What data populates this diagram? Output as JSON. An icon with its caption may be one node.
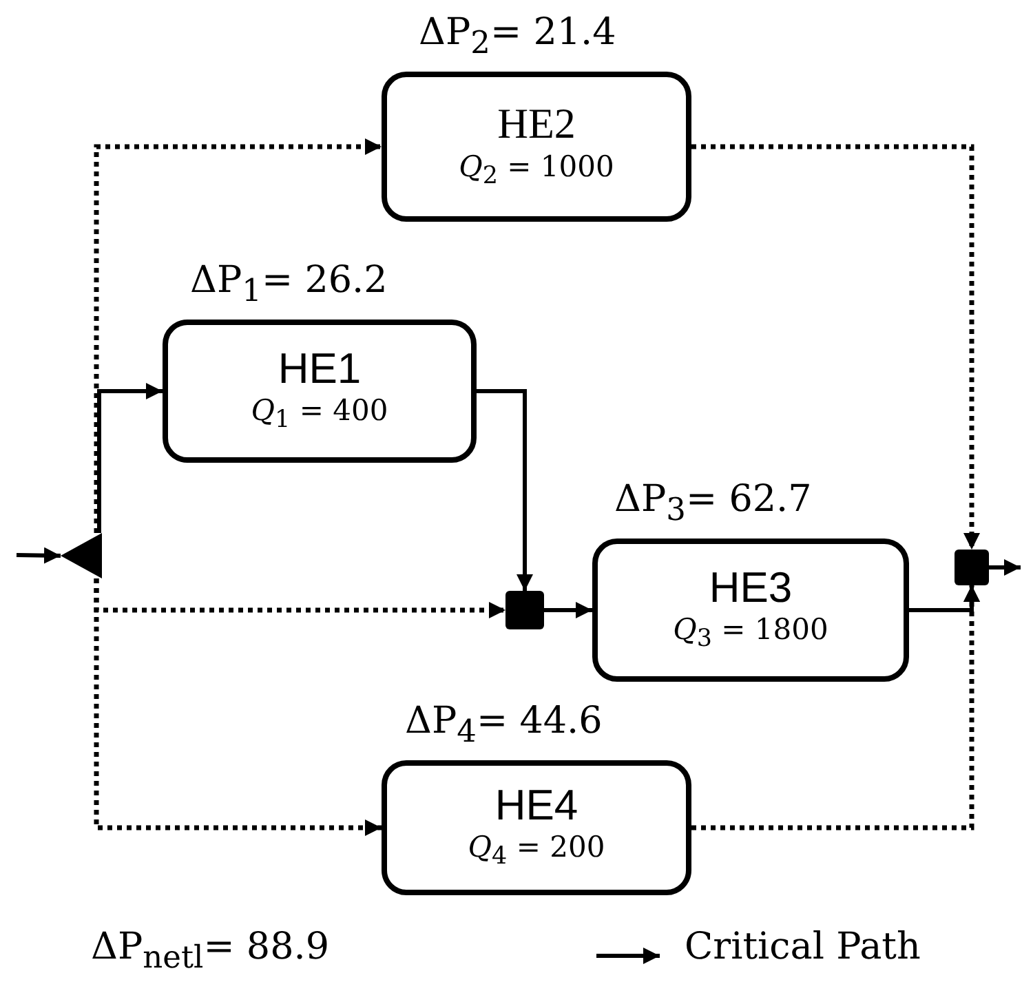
{
  "diagram": {
    "nodes": [
      {
        "text": [
          "HE2",
          "*Q*$_{2}$ = 1000"
        ],
        "beside": [
          "ΔP$_{2}$= 21.4"
        ]
      },
      {
        "text": [
          "HE1",
          "*Q*$_{1}$ = 400"
        ],
        "beside": [
          "ΔP$_{1}$= 26.2"
        ]
      },
      {
        "text": [
          "HE3",
          "*Q*$_{3}$ = 1800"
        ],
        "beside": [
          "ΔP$_{3}$= 62.7"
        ]
      },
      {
        "text": [
          "HE4",
          "*Q*$_{4}$ = 200"
        ],
        "beside": [
          "ΔP$_{4}$= 44.6"
        ]
      },
      {
        "text": [],
        "shape": "triangle"
      },
      {
        "text": [],
        "shape": "box"
      },
      {
        "text": [],
        "shape": "box"
      }
    ],
    "edges": [
      {
        "from": null,
        "to": 4,
        "arrow": "to"
      },
      {
        "from": 4,
        "to": 1,
        "arrow": "to"
      },
      {
        "from": 4,
        "to": 0,
        "arrow": "to",
        "style": "dashed"
      },
      {
        "from": 4,
        "to": 5,
        "arrow": "to",
        "style": "dashed"
      },
      {
        "from": 4,
        "to": 3,
        "arrow": "to",
        "style": "dashed"
      },
      {
        "from": 1,
        "to": 5,
        "arrow": "to"
      },
      {
        "from": 5,
        "to": 2,
        "arrow": "to"
      },
      {
        "from": 0,
        "to": 6,
        "arrow": "to",
        "style": "dashed"
      },
      {
        "from": 2,
        "to": 6,
        "arrow": "to"
      },
      {
        "from": 3,
        "to": 6,
        "arrow": "to",
        "style": "dashed"
      },
      {
        "from": 6,
        "to": null,
        "arrow": "to"
      }
    ],
    "labels": [
      "ΔP$_{netl}$= 88.9"
    ],
    "legend": [
      {
        "text": "Critical Path"
      }
    ]
  }
}
